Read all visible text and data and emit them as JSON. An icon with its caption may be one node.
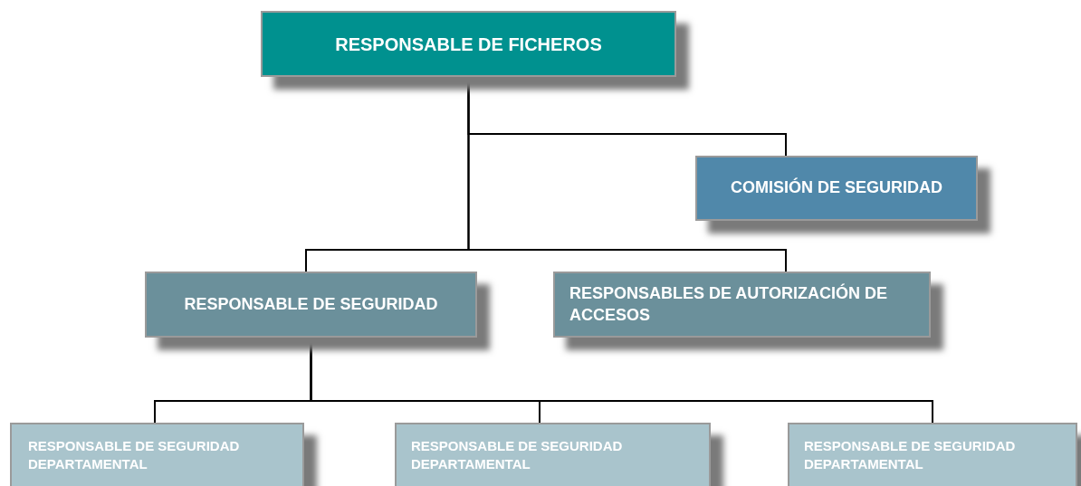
{
  "diagram": {
    "nodes": [
      {
        "text": [
          "RESPONSABLE DE FICHEROS"
        ]
      },
      {
        "text": [
          "COMISIÓN DE SEGURIDAD"
        ]
      },
      {
        "text": [
          "RESPONSABLE DE SEGURIDAD"
        ]
      },
      {
        "text": [
          "RESPONSABLES DE AUTORIZACIÓN DE ACCESOS"
        ]
      },
      {
        "text": [
          "RESPONSABLE DE SEGURIDAD DEPARTAMENTAL"
        ]
      },
      {
        "text": [
          "RESPONSABLE DE SEGURIDAD DEPARTAMENTAL"
        ]
      },
      {
        "text": [
          "RESPONSABLE DE SEGURIDAD DEPARTAMENTAL"
        ]
      }
    ],
    "edges": [
      {
        "from": 0,
        "to": 1,
        "arrow": "none"
      },
      {
        "from": 0,
        "to": 2,
        "arrow": "none"
      },
      {
        "from": 0,
        "to": 3,
        "arrow": "none"
      },
      {
        "from": 2,
        "to": 4,
        "arrow": "none"
      },
      {
        "from": 2,
        "to": 5,
        "arrow": "none"
      },
      {
        "from": 2,
        "to": 6,
        "arrow": "none"
      }
    ]
  }
}
